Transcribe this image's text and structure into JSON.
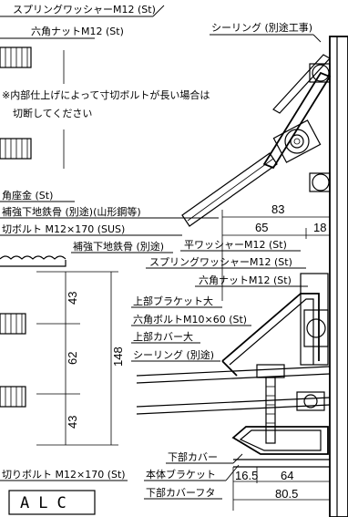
{
  "labels": {
    "spring_washer_top": "スプリングワッシャーM12 (St)",
    "hex_nut_top": "六角ナットM12 (St)",
    "note_line1": "※内部仕上げによって寸切ボルトが長い場合は",
    "note_line2": "切断してください",
    "square_washer": "角座金 (St)",
    "reinforce_angle": "補強下地鉄骨 (別途)(山形鋼等)",
    "stud_bolt_sus": "切ボルト M12×170 (SUS)",
    "reinforce_frame": "補強下地鉄骨 (別途)",
    "stud_bolt_st": "切りボルト M12×170 (St)",
    "alc": "ALC",
    "sealing_site": "シーリング (別途工事)",
    "flat_washer": "平ワッシャーM12 (St)",
    "spring_washer_mid": "スプリングワッシャーM12 (St)",
    "hex_nut_mid": "六角ナットM12 (St)",
    "upper_bracket": "上部ブラケット大",
    "hex_bolt": "六角ボルトM10×60 (St)",
    "upper_cover": "上部カバー大",
    "sealing": "シーリング (別途)",
    "lower_cover": "下部カバー",
    "body_bracket": "本体ブラケット",
    "lower_cover_lid": "下部カバーフタ"
  },
  "dimensions": {
    "d83": "83",
    "d65": "65",
    "d18": "18",
    "d43a": "43",
    "d62": "62",
    "d43b": "43",
    "d148": "148",
    "d16_5": "16.5",
    "d64": "64",
    "d80_5": "80.5"
  }
}
